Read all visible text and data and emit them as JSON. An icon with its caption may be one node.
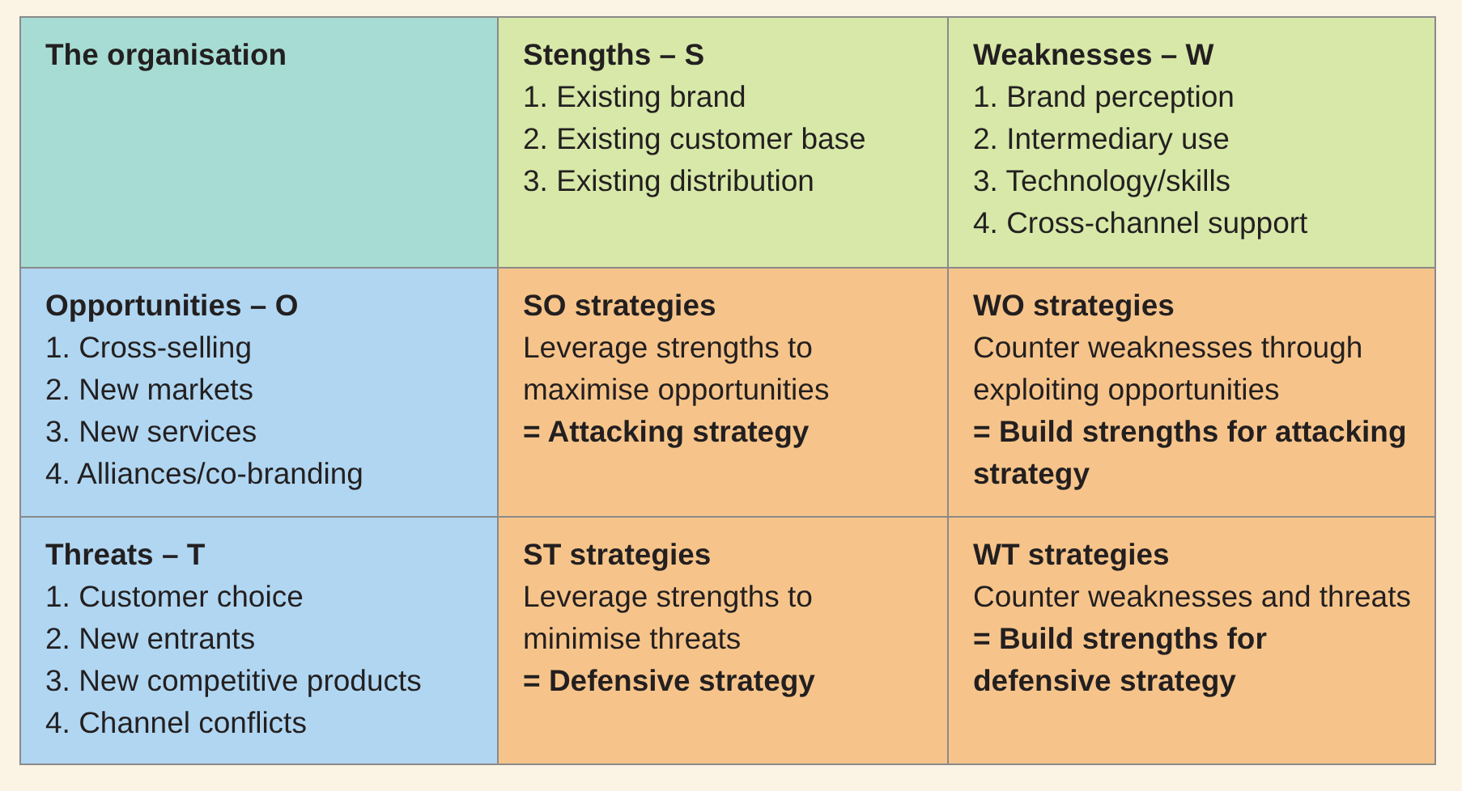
{
  "diagram": {
    "nodes": [
      {
        "text": [
          "The organisation"
        ]
      },
      {
        "text": [
          "Stengths – S",
          "1. Existing brand",
          "2. Existing customer base",
          "3. Existing distribution"
        ]
      },
      {
        "text": [
          "Weaknesses – W",
          "1. Brand perception",
          "2. Intermediary use",
          "3. Technology/skills",
          "4. Cross-channel support"
        ]
      },
      {
        "text": [
          "Opportunities – O",
          "1. Cross-selling",
          "2. New markets",
          "3. New services",
          "4. Alliances/co-branding"
        ]
      },
      {
        "text": [
          "SO strategies",
          "Leverage strengths to maximise opportunities",
          "= Attacking strategy"
        ]
      },
      {
        "text": [
          "WO strategies",
          "Counter weaknesses through exploiting opportunities",
          "= Build strengths for attacking strategy"
        ]
      },
      {
        "text": [
          "Threats – T",
          "1. Customer choice",
          "2. New entrants",
          "3. New competitive products",
          "4. Channel conflicts"
        ]
      },
      {
        "text": [
          "ST strategies",
          "Leverage strengths to minimise threats",
          "= Defensive strategy"
        ]
      },
      {
        "text": [
          "WT strategies",
          "Counter weaknesses and threats",
          "= Build strengths for defensive strategy"
        ]
      }
    ]
  }
}
